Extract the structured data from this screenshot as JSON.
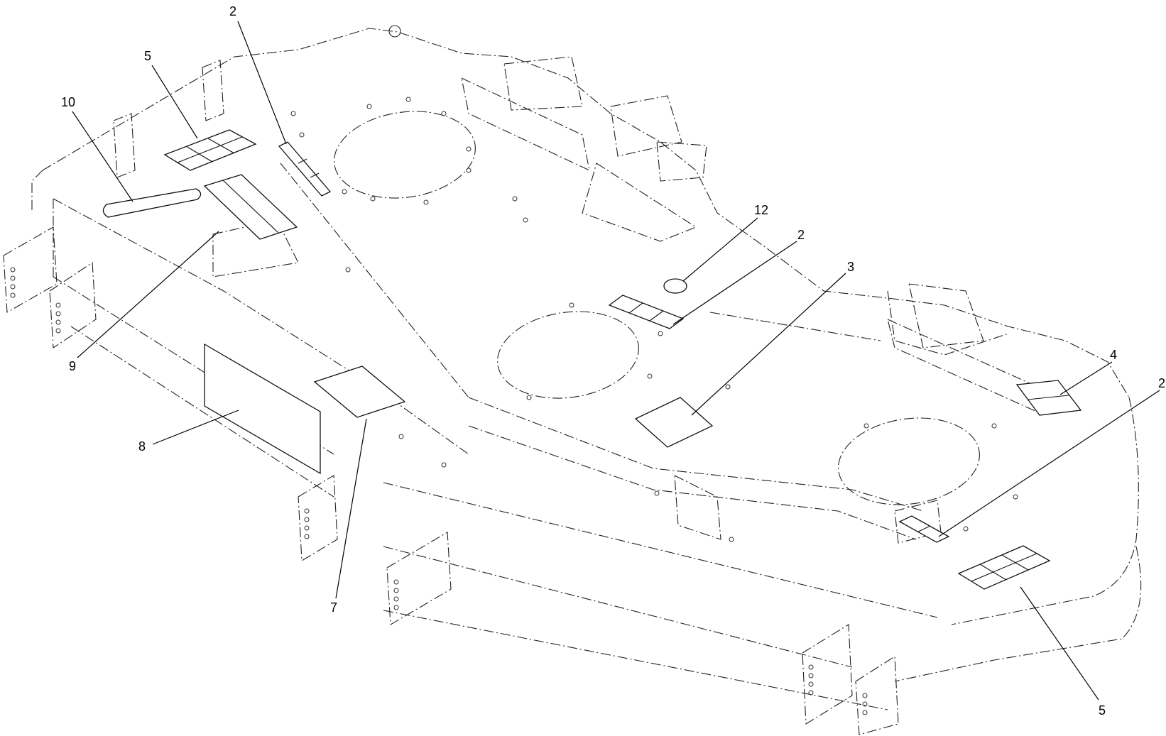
{
  "callouts": [
    {
      "id": "c-2-top",
      "label": "2"
    },
    {
      "id": "c-5-top",
      "label": "5"
    },
    {
      "id": "c-10",
      "label": "10"
    },
    {
      "id": "c-12",
      "label": "12"
    },
    {
      "id": "c-2-mid",
      "label": "2"
    },
    {
      "id": "c-3",
      "label": "3"
    },
    {
      "id": "c-4",
      "label": "4"
    },
    {
      "id": "c-2-right",
      "label": "2"
    },
    {
      "id": "c-9",
      "label": "9"
    },
    {
      "id": "c-8",
      "label": "8"
    },
    {
      "id": "c-7",
      "label": "7"
    },
    {
      "id": "c-5-bottom",
      "label": "5"
    }
  ]
}
